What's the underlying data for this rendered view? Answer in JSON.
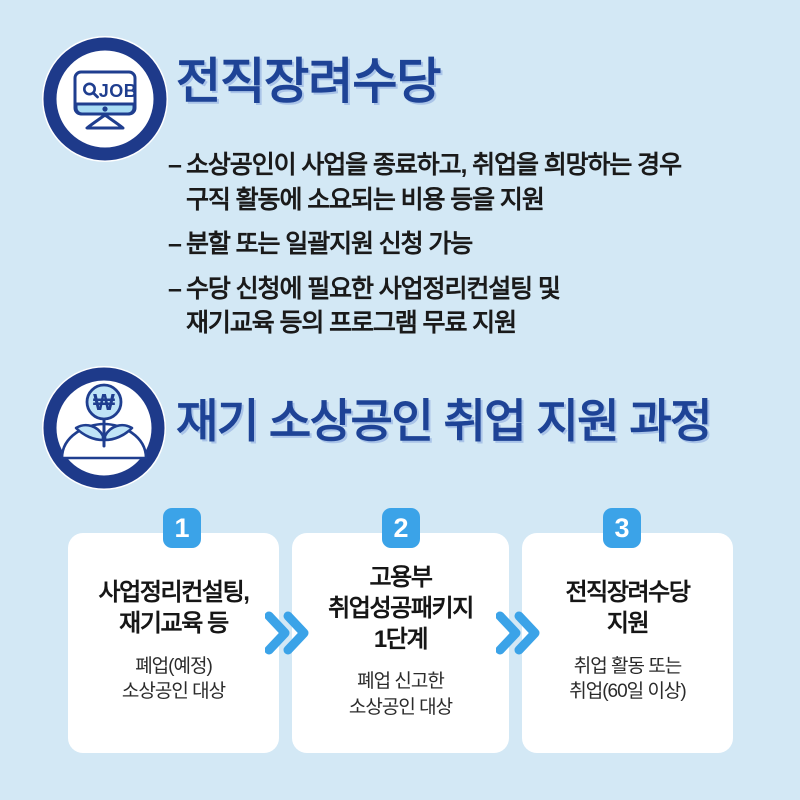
{
  "theme": {
    "background": "#d3e8f5",
    "navy": "#1e3a8a",
    "title_blue": "#1e4396",
    "accent_blue": "#3ba3e8",
    "icon_light_blue": "#bfe4f7",
    "card_white": "#ffffff",
    "body_text": "#1a1a1a"
  },
  "section_one": {
    "icon": {
      "name": "job-monitor-icon",
      "screen_label": "JOB",
      "glyph": "search-icon"
    },
    "title": "전직장려수당",
    "bullets": [
      {
        "marker": "–",
        "text": "소상공인이 사업을 종료하고, 취업을 희망하는 경우\n구직 활동에 소요되는 비용 등을 지원"
      },
      {
        "marker": "–",
        "text": "분할 또는 일괄지원 신청 가능"
      },
      {
        "marker": "–",
        "text": "수당 신청에 필요한 사업정리컨설팅 및\n재기교육 등의 프로그램 무료 지원"
      }
    ]
  },
  "section_two": {
    "icon": {
      "name": "sprout-won-icon",
      "currency_symbol": "₩"
    },
    "title": "재기 소상공인 취업 지원 과정",
    "steps": [
      {
        "badge": "1",
        "title": "사업정리컨설팅,\n재기교육 등",
        "subtitle": "폐업(예정)\n소상공인 대상"
      },
      {
        "badge": "2",
        "title": "고용부\n취업성공패키지\n1단계",
        "subtitle": "폐업 신고한\n소상공인 대상"
      },
      {
        "badge": "3",
        "title": "전직장려수당\n지원",
        "subtitle": "취업 활동 또는\n취업(60일 이상)"
      }
    ],
    "arrows": [
      {
        "name": "double-chevron-right-icon"
      },
      {
        "name": "double-chevron-right-icon"
      }
    ]
  }
}
